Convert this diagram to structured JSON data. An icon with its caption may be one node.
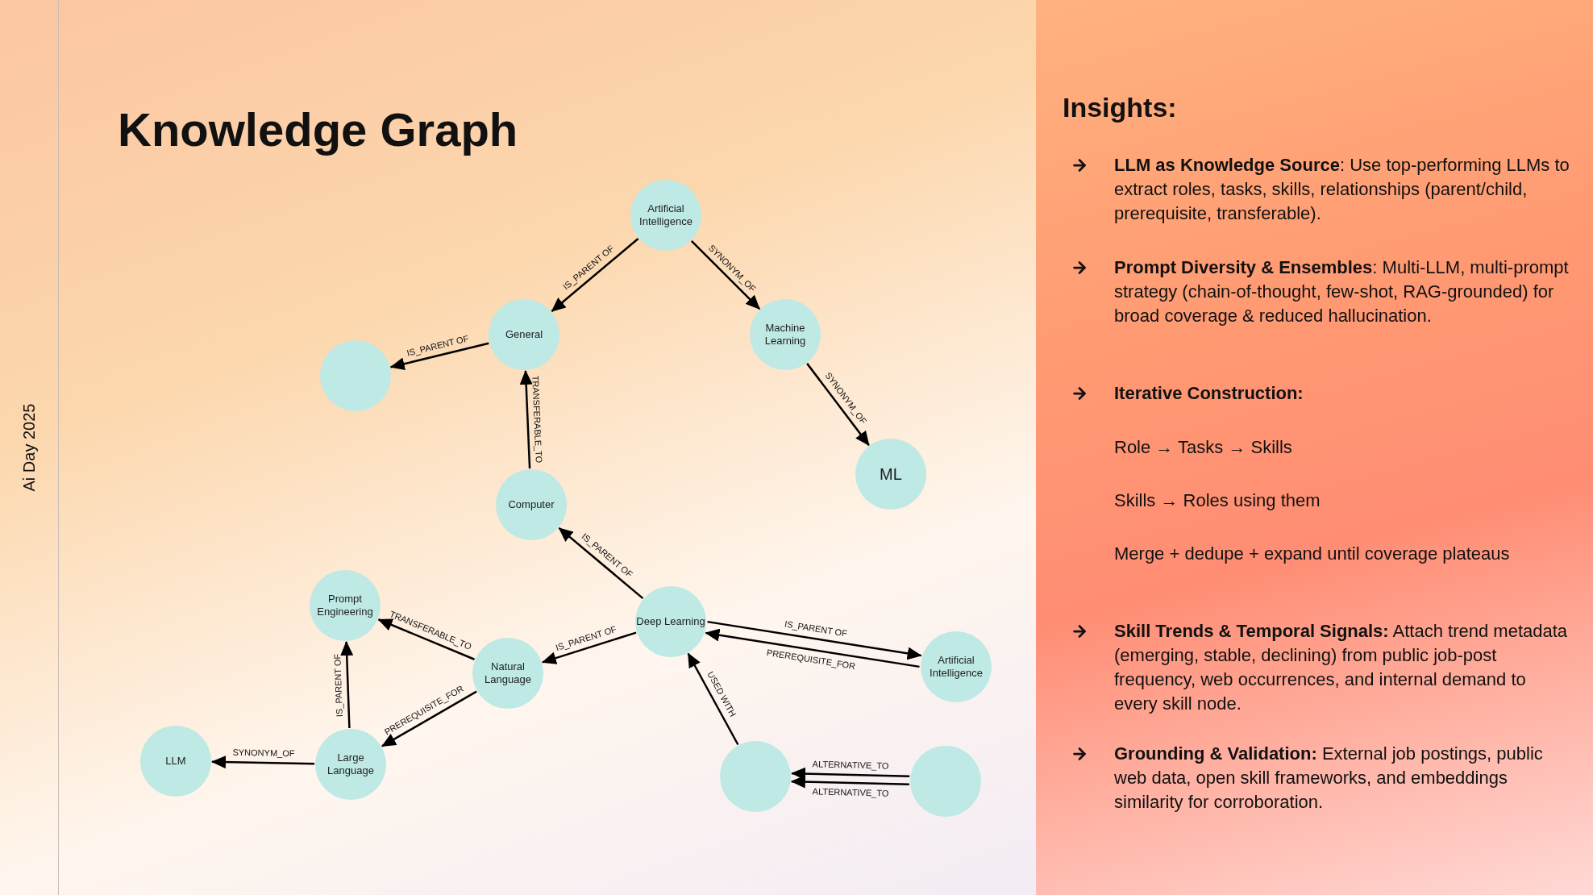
{
  "diagram": {
    "title": "Knowledge Graph",
    "nodes": [
      {
        "text": [
          "Artificial Intelligence"
        ]
      },
      {
        "text": [
          "General"
        ]
      },
      {
        "text": [
          "Machine Learning"
        ]
      },
      {
        "text": [],
        "shape": "circle"
      },
      {
        "text": [
          "ML"
        ]
      },
      {
        "text": [
          "Computer"
        ]
      },
      {
        "text": [
          "Prompt Engineering"
        ]
      },
      {
        "text": [
          "Deep Learning"
        ]
      },
      {
        "text": [
          "Natural Language"
        ]
      },
      {
        "text": [
          "Artificial Intelligence"
        ]
      },
      {
        "text": [
          "LLM"
        ]
      },
      {
        "text": [
          "Large Language"
        ]
      },
      {
        "text": [],
        "shape": "circle"
      },
      {
        "text": [],
        "shape": "circle"
      }
    ],
    "edges": [
      {
        "from": 0,
        "to": 1,
        "arrow": "to",
        "label": "IS_PARENT OF"
      },
      {
        "from": 0,
        "to": 2,
        "arrow": "to",
        "label": "SYNONYM_OF"
      },
      {
        "from": 1,
        "to": 3,
        "arrow": "to",
        "label": "IS_PARENT OF"
      },
      {
        "from": 2,
        "to": 4,
        "arrow": "to",
        "label": "SYNONYM_OF"
      },
      {
        "from": 5,
        "to": 1,
        "arrow": "to",
        "label": "TRANSFERABLE_TO"
      },
      {
        "from": 7,
        "to": 5,
        "arrow": "to",
        "label": "IS_PARENT OF"
      },
      {
        "from": 8,
        "to": 6,
        "arrow": "to",
        "label": "TRANSFERABLE_TO"
      },
      {
        "from": 7,
        "to": 8,
        "arrow": "to",
        "label": "IS_PARENT OF"
      },
      {
        "from": 7,
        "to": 9,
        "arrow": "to",
        "label": "IS_PARENT OF"
      },
      {
        "from": 9,
        "to": 7,
        "arrow": "to",
        "label": "PREREQUISITE_FOR"
      },
      {
        "from": 12,
        "to": 7,
        "arrow": "to",
        "label": "USED WITH"
      },
      {
        "from": 8,
        "to": 11,
        "arrow": "to",
        "label": "PREREQUISITE_FOR"
      },
      {
        "from": 11,
        "to": 6,
        "arrow": "to",
        "label": "IS_PARENT OF"
      },
      {
        "from": 11,
        "to": 10,
        "arrow": "to",
        "label": "SYNONYM_OF"
      },
      {
        "from": 13,
        "to": 12,
        "arrow": "to",
        "label": "ALTERNATIVE_TO"
      },
      {
        "from": 13,
        "to": 12,
        "arrow": "to",
        "label": "ALTERNATIVE_TO"
      }
    ],
    "labels": [
      "Ai Day 2025",
      "Insights:",
      "**LLM as Knowledge Source**:  Use top-performing LLMs to extract roles, tasks, skills, relationships (parent/child, prerequisite, transferable).",
      "**Prompt Diversity & Ensembles**: Multi-LLM, multi-prompt strategy (chain-of-thought, few-shot, RAG-grounded) for broad coverage & reduced hallucination.",
      "Iterative Construction:",
      "Role → Tasks → Skills",
      "Skills → Roles using them",
      "Merge + dedupe + expand until coverage plateaus",
      "**Skill Trends & Temporal Signals:** Attach trend metadata (emerging, stable, declining) from public job-post frequency, web occurrences, and internal demand to every skill node.",
      "**Grounding & Validation:** External job postings, public web data, open skill frameworks, and embeddings similarity for corroboration."
    ]
  }
}
